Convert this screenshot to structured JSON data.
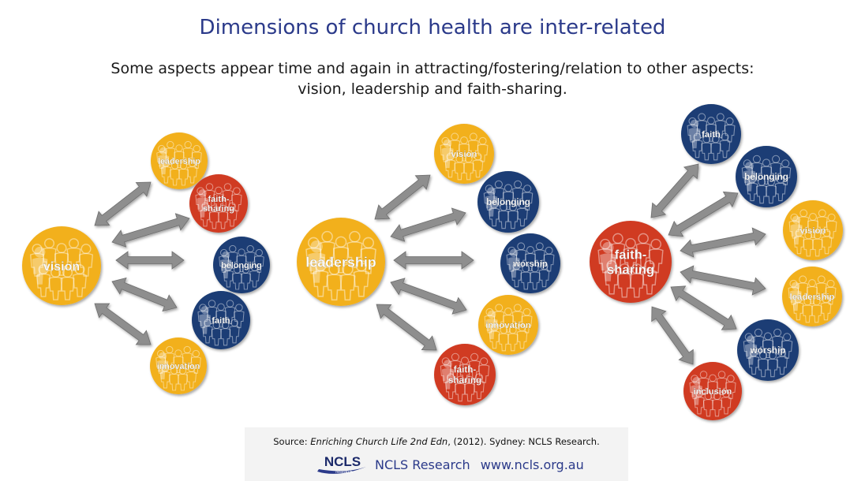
{
  "title": "Dimensions of church health are inter-related",
  "subtitle_line1": "Some aspects appear time and again in attracting/fostering/relation to other aspects:",
  "subtitle_line2": "vision, leadership and faith-sharing.",
  "colors": {
    "yellow": "#f2b01e",
    "red": "#d03a21",
    "blue": "#1c3e74",
    "arrow": "#8e8e8e",
    "title": "#2b3a8a"
  },
  "groups": [
    {
      "center": {
        "label": "vision",
        "color": "yellow"
      },
      "satellites": [
        {
          "label": "leadership",
          "color": "yellow"
        },
        {
          "label": "faith-\nsharing",
          "color": "red"
        },
        {
          "label": "belonging",
          "color": "blue"
        },
        {
          "label": "faith",
          "color": "blue"
        },
        {
          "label": "innovation",
          "color": "yellow"
        }
      ]
    },
    {
      "center": {
        "label": "leadership",
        "color": "yellow"
      },
      "satellites": [
        {
          "label": "vision",
          "color": "yellow"
        },
        {
          "label": "belonging",
          "color": "blue"
        },
        {
          "label": "worship",
          "color": "blue"
        },
        {
          "label": "innovation",
          "color": "yellow"
        },
        {
          "label": "faith-\nsharing",
          "color": "red"
        }
      ]
    },
    {
      "center": {
        "label": "faith-\nsharing",
        "color": "red"
      },
      "satellites": [
        {
          "label": "faith",
          "color": "blue"
        },
        {
          "label": "belonging",
          "color": "blue"
        },
        {
          "label": "vision",
          "color": "yellow"
        },
        {
          "label": "leadership",
          "color": "yellow"
        },
        {
          "label": "worship",
          "color": "blue"
        },
        {
          "label": "inclusion",
          "color": "red"
        }
      ]
    }
  ],
  "footer": {
    "source_prefix": "Source: ",
    "source_title": "Enriching Church Life 2nd Edn",
    "source_rest": ", (2012). Sydney: NCLS Research.",
    "logo_text": "NCLS",
    "logo_subtext": "research",
    "org": "NCLS Research",
    "url": "www.ncls.org.au"
  }
}
